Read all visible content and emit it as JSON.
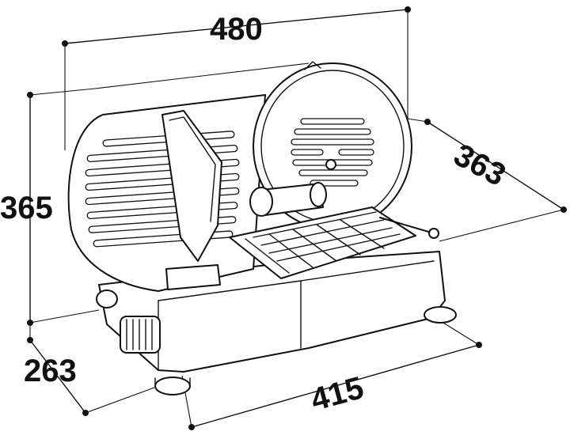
{
  "dimensions": {
    "width_top": "480",
    "height_left": "365",
    "depth_right": "363",
    "depth_left": "263",
    "width_bottom": "415"
  },
  "colors": {
    "line": "#111111",
    "background": "#ffffff"
  }
}
